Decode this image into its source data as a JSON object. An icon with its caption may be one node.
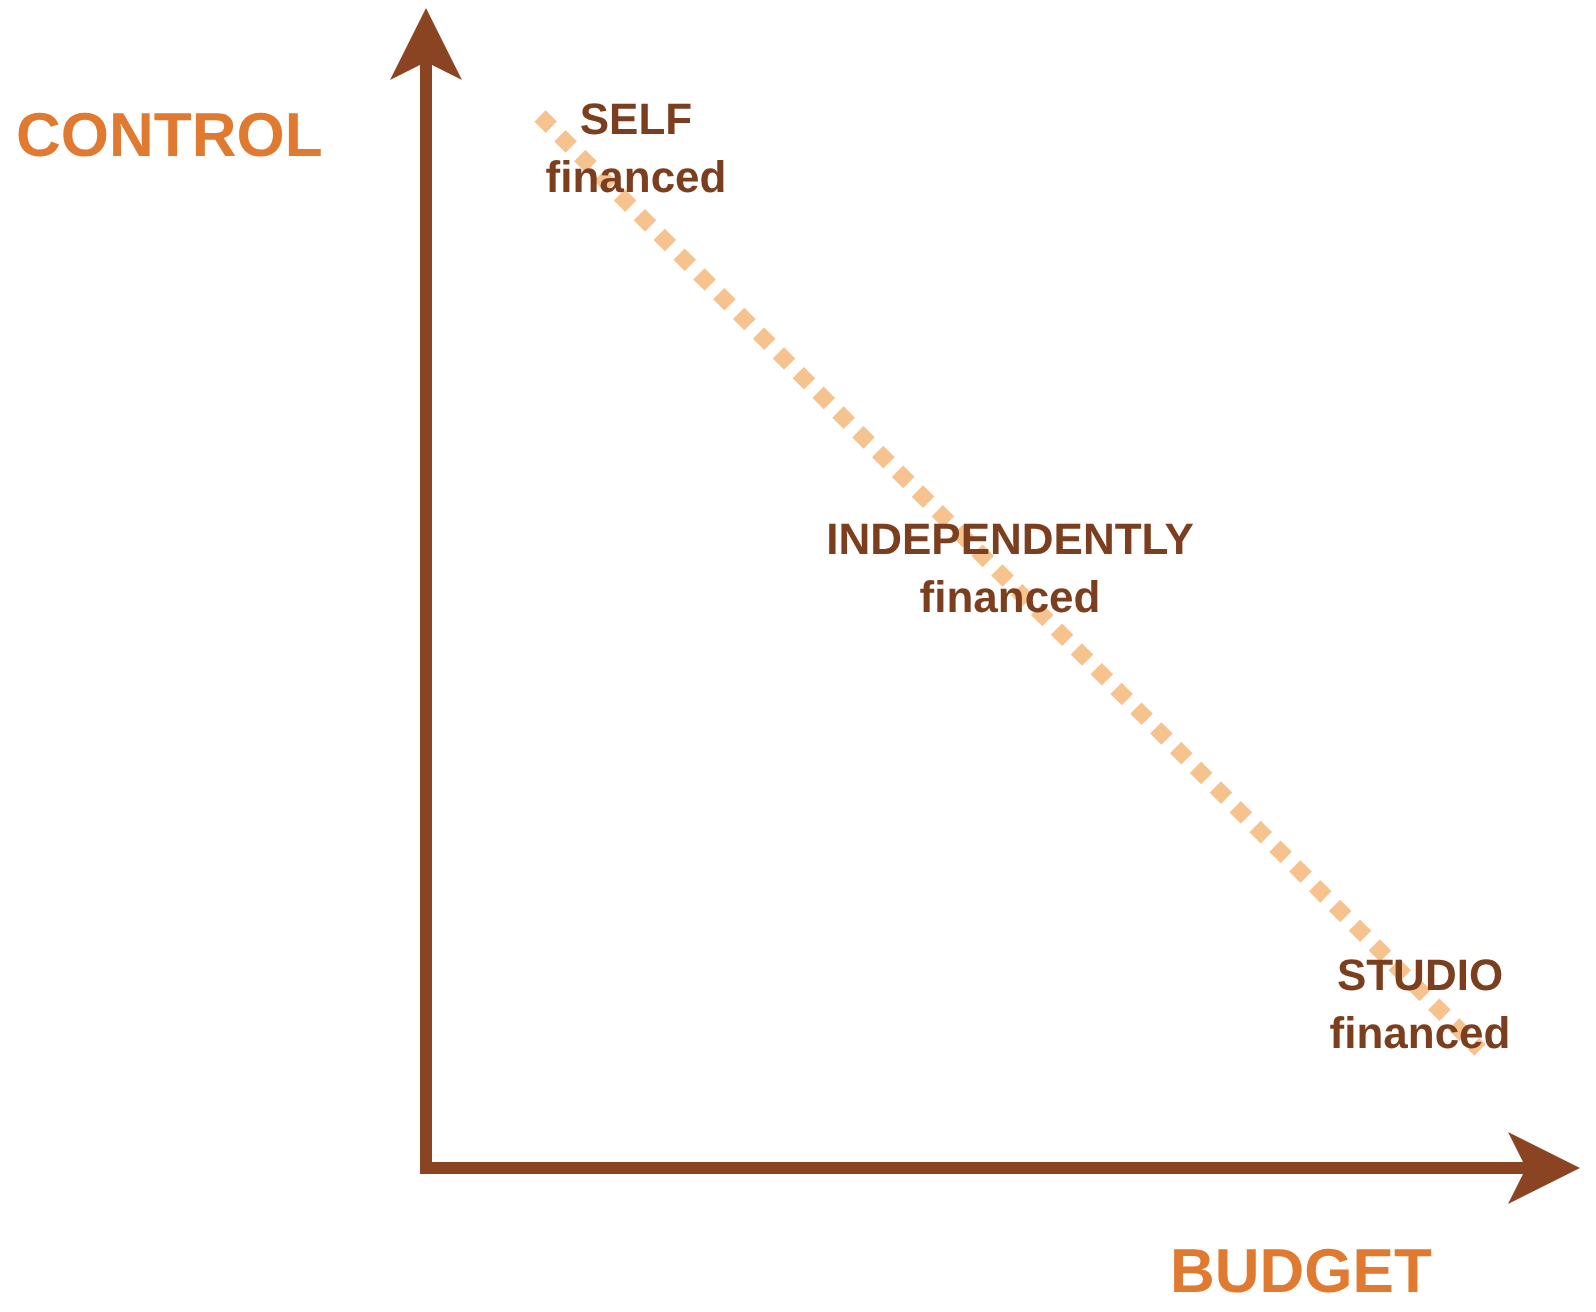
{
  "diagram": {
    "labels": [
      "CONTROL",
      "SELF financed",
      "INDEPENDENTLY financed",
      "STUDIO financed",
      "BUDGET"
    ]
  }
}
